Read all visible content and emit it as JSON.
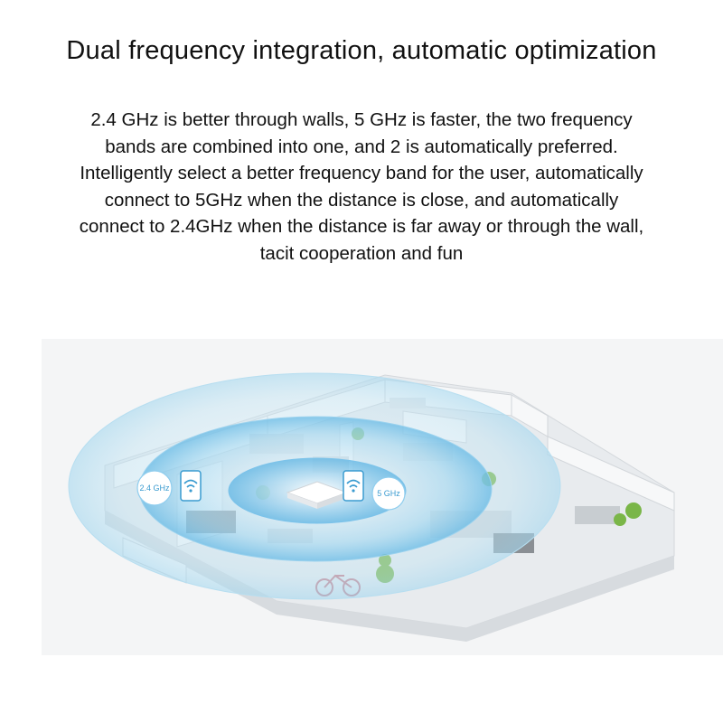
{
  "heading": "Dual frequency integration, automatic optimization",
  "description_lines": [
    "2.4 GHz is better through walls, 5 GHz is faster, the two frequency",
    "bands are combined into one, and 2 is automatically preferred.",
    "Intelligently select a better frequency band for the user, automatically",
    "connect to 5GHz when the distance is close, and automatically",
    "connect to 2.4GHz when the distance is far away or through the wall,",
    "tacit cooperation and fun"
  ],
  "illustration": {
    "badge_left": "2.4 GHz",
    "badge_right": "5 GHz",
    "left_device_icon": "phone-wifi-icon",
    "right_device_icon": "phone-wifi-icon",
    "router_icon": "router-icon",
    "colors": {
      "outer_ring": "#bfe3f3",
      "inner_ring": "#8fcdee",
      "accent": "#3a9bd0",
      "floor": "#e9ecef",
      "plants": "#7ab648"
    }
  }
}
